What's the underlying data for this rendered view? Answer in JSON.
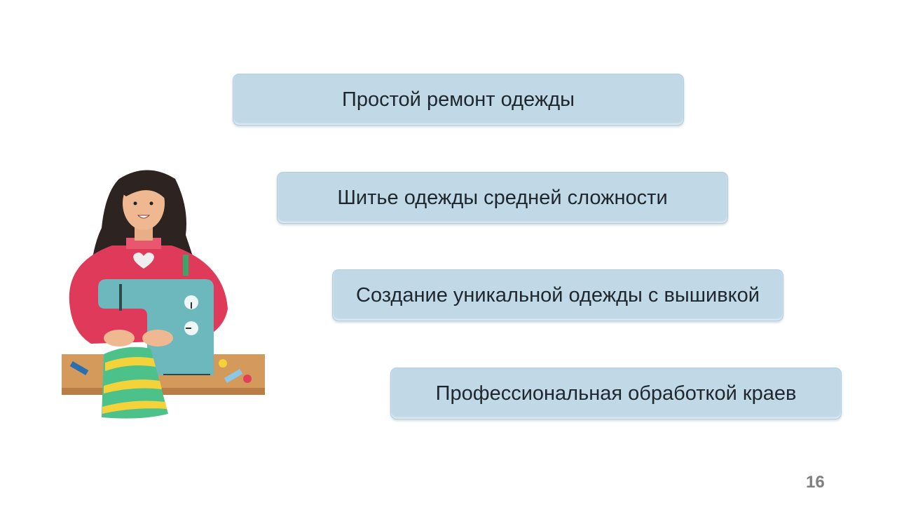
{
  "items": [
    {
      "label": "Простой ремонт одежды"
    },
    {
      "label": "Шитье одежды средней сложности"
    },
    {
      "label": "Создание уникальной одежды с вышивкой"
    },
    {
      "label": "Профессиональная обработкой краев"
    }
  ],
  "page_number": "16",
  "colors": {
    "box_fill": "#c1d9e6",
    "text": "#1e272d",
    "page_number": "#7f7f7f"
  }
}
